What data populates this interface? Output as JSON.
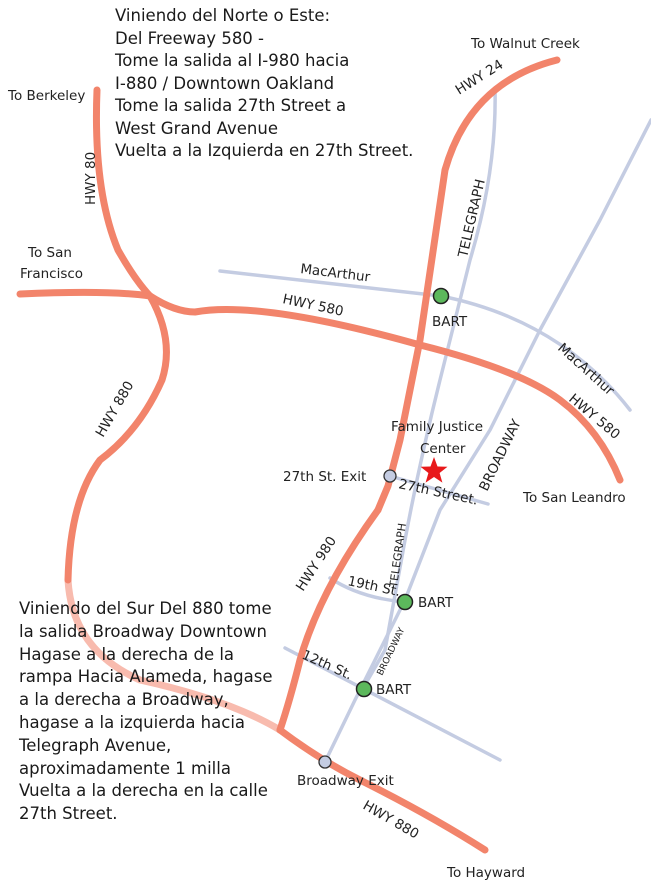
{
  "directions": {
    "north_lines": [
      "Viniendo del Norte o Este:",
      "Del Freeway 580 -",
      "Tome la salida al I-980 hacia",
      "I-880 / Downtown Oakland",
      "Tome la salida 27th Street a",
      "West Grand Avenue",
      "Vuelta a la Izquierda en 27th Street."
    ],
    "south_lines": [
      "Viniendo del Sur Del 880 tome",
      "la salida Broadway Downtown",
      "Hagase a la derecha de la",
      "rampa Hacia Alameda, hagase",
      "a la derecha a Broadway,",
      "hagase a la izquierda hacia",
      "Telegraph Avenue,",
      "aproximadamente 1 milla",
      "Vuelta a la derecha en la calle",
      "27th Street."
    ]
  },
  "destinations": {
    "walnut_creek": "To Walnut Creek",
    "berkeley": "To Berkeley",
    "san_francisco_1": "To San",
    "san_francisco_2": "Francisco",
    "san_leandro": "To San Leandro",
    "hayward": "To Hayward"
  },
  "highways": {
    "hwy24": "HWY 24",
    "hwy80": "HWY 80",
    "hwy580": "HWY 580",
    "hwy580_east": "HWY 580",
    "hwy880_north": "HWY 880",
    "hwy980": "HWY 980",
    "hwy880_south": "HWY 880"
  },
  "streets": {
    "telegraph_north": "TELEGRAPH",
    "telegraph_south": "TELEGRAPH",
    "broadway_north": "BROADWAY",
    "broadway_south": "BROADWAY",
    "macarthur_west": "MacArthur",
    "macarthur_east": "MacArthur",
    "st27": "27th Street.",
    "st19": "19th St.",
    "st12": "12th St."
  },
  "stations": {
    "bart_macarthur": "BART",
    "bart_19th": "BART",
    "bart_12th": "BART"
  },
  "exits": {
    "exit_27th": "27th St. Exit",
    "exit_broadway": "Broadway Exit"
  },
  "landmark": {
    "line1": "Family Justice",
    "line2": "Center"
  },
  "colors": {
    "highway": "#f2846b",
    "street": "#c4cce2",
    "bart": "#5cb85c",
    "exit": "#c4cce2",
    "landmark_star": "#e8191b"
  }
}
